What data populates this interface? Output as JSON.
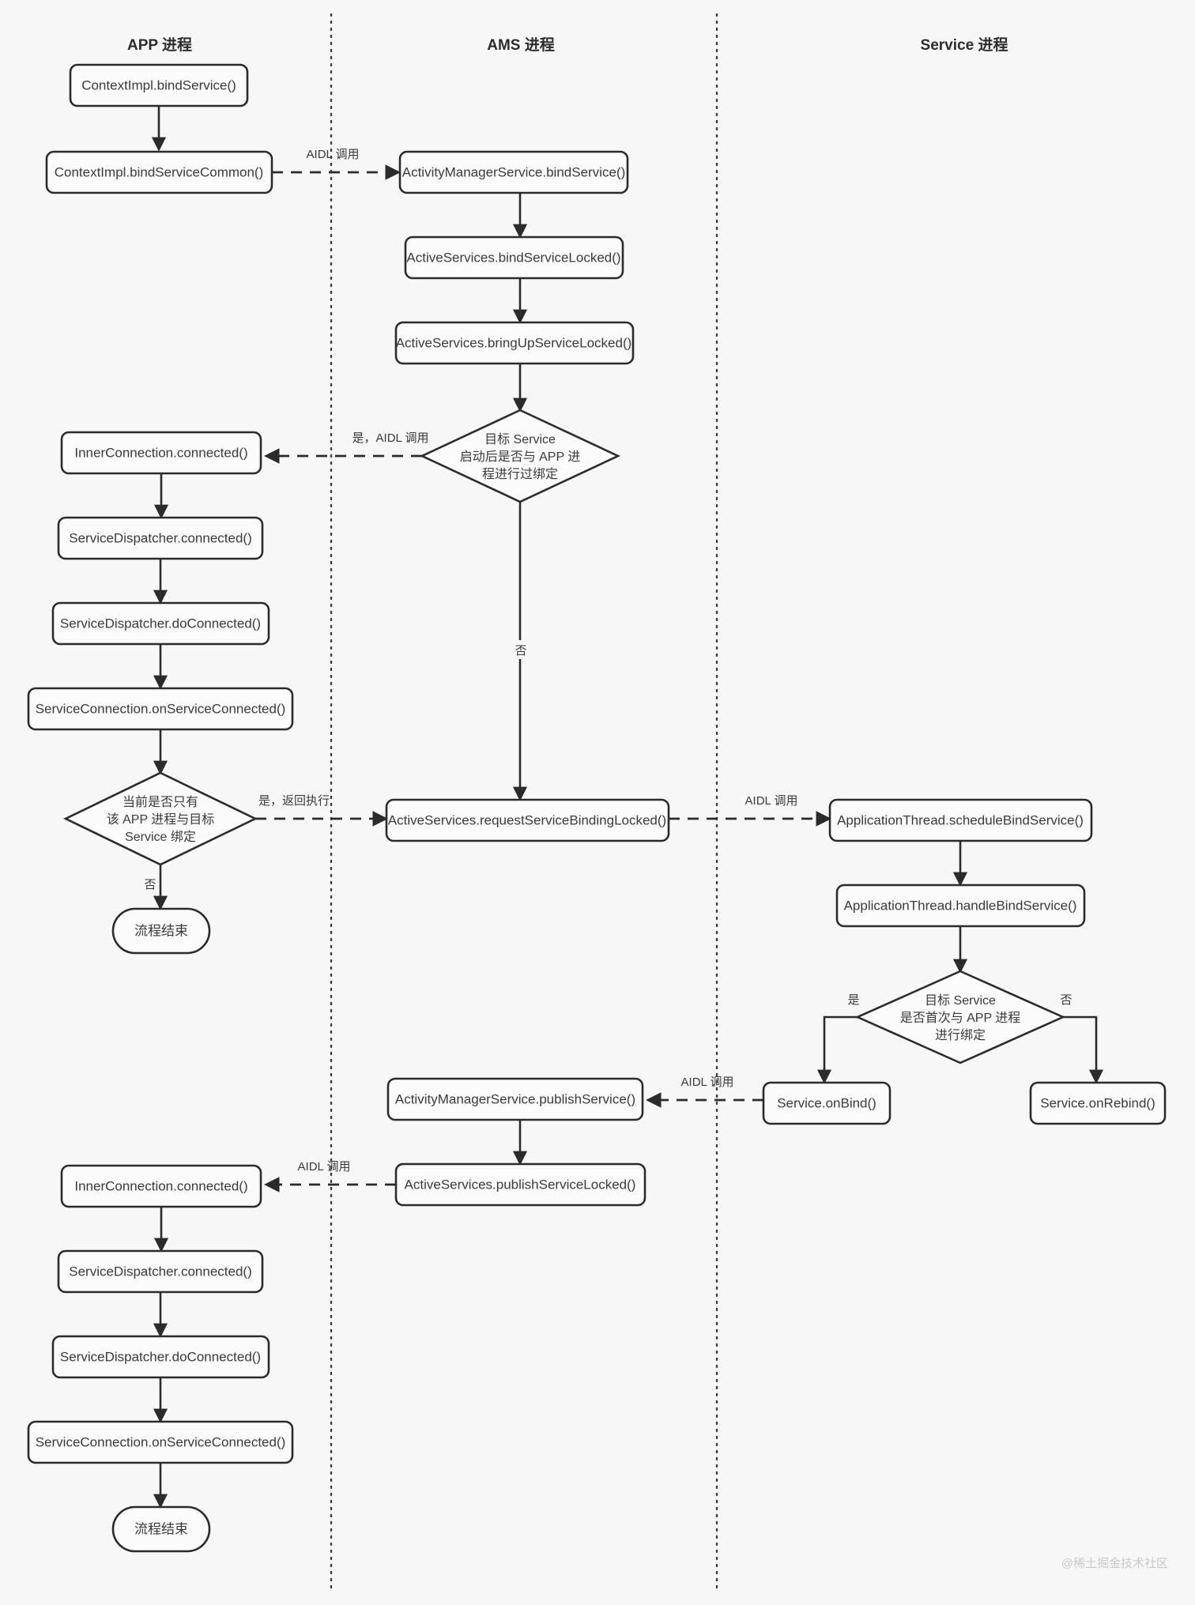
{
  "page": {
    "background": "#f7f7f7",
    "stroke_color": "#2b2b2b",
    "node_fill": "#fbfbfb",
    "watermark": "@稀土掘金技术社区"
  },
  "lanes": [
    {
      "id": "app",
      "title": "APP 进程"
    },
    {
      "id": "ams",
      "title": "AMS 进程"
    },
    {
      "id": "service",
      "title": "Service 进程"
    }
  ],
  "nodes": {
    "app_bind_service": "ContextImpl.bindService()",
    "app_bind_service_common": "ContextImpl.bindServiceCommon()",
    "app_inner_connected_1": "InnerConnection.connected()",
    "app_dispatcher_connected_1": "ServiceDispatcher.connected()",
    "app_dispatcher_do_connected_1": "ServiceDispatcher.doConnected()",
    "app_on_service_connected_1": "ServiceConnection.onServiceConnected()",
    "app_decision_1": [
      "当前是否只有",
      "该 APP 进程与目标",
      "Service 绑定"
    ],
    "app_end_1": "流程结束",
    "app_inner_connected_2": "InnerConnection.connected()",
    "app_dispatcher_connected_2": "ServiceDispatcher.connected()",
    "app_dispatcher_do_connected_2": "ServiceDispatcher.doConnected()",
    "app_on_service_connected_2": "ServiceConnection.onServiceConnected()",
    "app_end_2": "流程结束",
    "ams_bind_service": "ActivityManagerService.bindService()",
    "ams_bind_service_locked": "ActiveServices.bindServiceLocked()",
    "ams_bring_up_service_locked": "ActiveServices.bringUpServiceLocked()",
    "ams_decision_1": [
      "目标 Service",
      "启动后是否与 APP 进",
      "程进行过绑定"
    ],
    "ams_request_service_binding_locked": "ActiveServices.requestServiceBindingLocked()",
    "ams_publish_service": "ActivityManagerService.publishService()",
    "ams_publish_service_locked": "ActiveServices.publishServiceLocked()",
    "svc_schedule_bind_service": "ApplicationThread.scheduleBindService()",
    "svc_handle_bind_service": "ApplicationThread.handleBindService()",
    "svc_decision_1": [
      "目标 Service",
      "是否首次与 APP 进程",
      "进行绑定"
    ],
    "svc_on_bind": "Service.onBind()",
    "svc_on_rebind": "Service.onRebind()"
  },
  "edge_labels": {
    "aidl_call_1": "AIDL 调用",
    "yes_aidl_call": "是，AIDL 调用",
    "no_1": "否",
    "yes_return_exec": "是，返回执行",
    "no_2": "否",
    "aidl_call_2": "AIDL 调用",
    "yes_first_bind": "是",
    "no_first_bind": "否",
    "aidl_call_3": "AIDL 调用",
    "aidl_call_4": "AIDL 调用"
  }
}
